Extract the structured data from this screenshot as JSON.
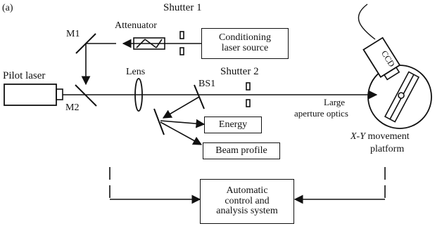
{
  "panel_label": "(a)",
  "labels": {
    "shutter1": "Shutter 1",
    "attenuator": "Attenuator",
    "m1": "M1",
    "m2": "M2",
    "pilot_laser": "Pilot laser",
    "lens": "Lens",
    "shutter2": "Shutter 2",
    "bs1": "BS1",
    "large_aperture_line1": "Large",
    "large_aperture_line2": "aperture optics",
    "ccd": "CCD",
    "xy_part1": "X-Y",
    "xy_part2": " movement",
    "xy_line2": "platform"
  },
  "boxes": {
    "conditioning_line1": "Conditioning",
    "conditioning_line2": "laser source",
    "energy": "Energy",
    "beam_profile": "Beam profile",
    "control_line1": "Automatic",
    "control_line2": "control and",
    "control_line3": "analysis system"
  }
}
